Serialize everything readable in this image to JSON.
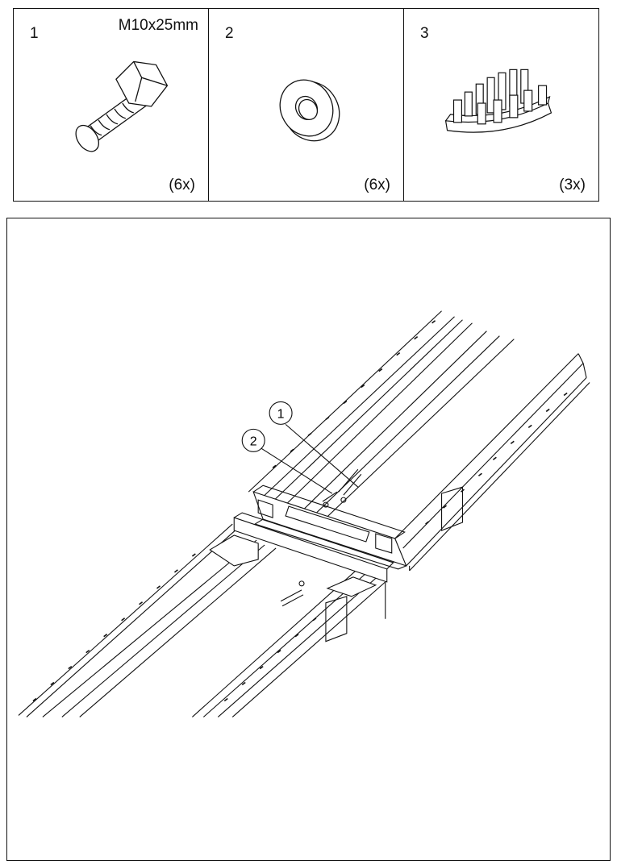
{
  "parts": [
    {
      "number": "1",
      "spec": "M10x25mm",
      "quantity": "(6x)",
      "icon": "hex-bolt-icon"
    },
    {
      "number": "2",
      "spec": "",
      "quantity": "(6x)",
      "icon": "washer-icon"
    },
    {
      "number": "3",
      "spec": "",
      "quantity": "(3x)",
      "icon": "cable-clip-icon"
    }
  ],
  "assembly": {
    "callouts": [
      {
        "label": "1"
      },
      {
        "label": "2"
      }
    ]
  },
  "colors": {
    "line": "#111111",
    "background": "#ffffff"
  }
}
